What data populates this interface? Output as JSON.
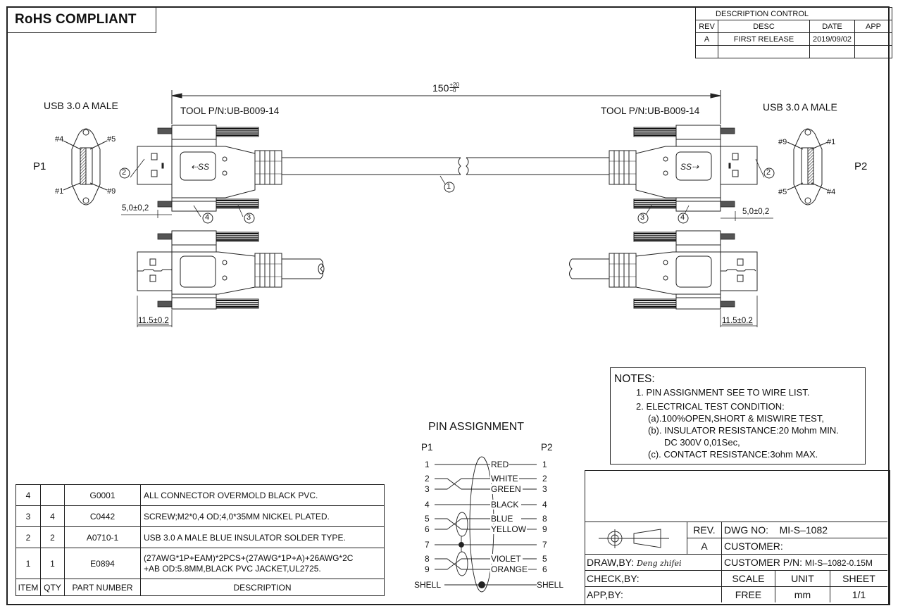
{
  "header": {
    "rohs_label": "RoHS COMPLIANT"
  },
  "description_control": {
    "title": "DESCRIPTION  CONTROL",
    "columns": [
      "REV",
      "DESC",
      "DATE",
      "APP"
    ],
    "rows": [
      [
        "A",
        "FIRST RELEASE",
        "2019/09/02",
        ""
      ],
      [
        "",
        "",
        "",
        ""
      ]
    ]
  },
  "drawing": {
    "overall_length": "150",
    "overall_tol_plus": "+20",
    "overall_tol_minus": "−0",
    "left": {
      "connector_type": "USB 3.0 A MALE",
      "port_label": "P1",
      "tool_pn": "TOOL P/N:UB-B009-14",
      "pins": [
        "#4",
        "#5",
        "#1",
        "#9"
      ],
      "screw_dim": "5,0±0,2",
      "tip_dim": "11.5±0.2"
    },
    "right": {
      "connector_type": "USB 3.0 A MALE",
      "port_label": "P2",
      "tool_pn": "TOOL P/N:UB-B009-14",
      "pins": [
        "#9",
        "#1",
        "#5",
        "#4"
      ],
      "screw_dim": "5,0±0,2",
      "tip_dim": "11.5±0.2"
    },
    "balloons": [
      "1",
      "2",
      "3",
      "4"
    ]
  },
  "pin_assignment": {
    "title": "PIN   ASSIGNMENT",
    "p1_label": "P1",
    "p2_label": "P2",
    "rows": [
      {
        "p1": "1",
        "color": "RED",
        "p2": "1"
      },
      {
        "p1": "2",
        "color": "WHITE",
        "p2": "2"
      },
      {
        "p1": "3",
        "color": "GREEN",
        "p2": "3"
      },
      {
        "p1": "4",
        "color": "BLACK",
        "p2": "4"
      },
      {
        "p1": "5",
        "color": "BLUE",
        "p2": "8"
      },
      {
        "p1": "6",
        "color": "YELLOW",
        "p2": "9"
      },
      {
        "p1": "7",
        "color": "",
        "p2": "7"
      },
      {
        "p1": "8",
        "color": "VIOLET",
        "p2": "5"
      },
      {
        "p1": "9",
        "color": "ORANGE",
        "p2": "6"
      },
      {
        "p1": "SHELL",
        "color": "",
        "p2": "SHELL"
      }
    ]
  },
  "notes": {
    "title": "NOTES:",
    "lines": [
      "1. PIN ASSIGNMENT SEE TO WIRE LIST.",
      "2. ELECTRICAL TEST CONDITION:",
      "(a).100%OPEN,SHORT & MISWIRE TEST,",
      "(b). INSULATOR RESISTANCE:20 Mohm MIN.",
      "DC 300V 0,01Sec,",
      "(c). CONTACT RESISTANCE:3ohm MAX."
    ]
  },
  "bom": {
    "columns": [
      "ITEM",
      "QTY",
      "PART NUMBER",
      "DESCRIPTION"
    ],
    "rows": [
      {
        "item": "4",
        "qty": "",
        "part": "G0001",
        "desc": "ALL CONNECTOR OVERMOLD BLACK PVC."
      },
      {
        "item": "3",
        "qty": "4",
        "part": "C0442",
        "desc": "SCREW;M2*0,4 OD;4,0*35MM NICKEL PLATED."
      },
      {
        "item": "2",
        "qty": "2",
        "part": "A0710-1",
        "desc": "USB 3.0 A MALE BLUE INSULATOR SOLDER TYPE."
      },
      {
        "item": "1",
        "qty": "1",
        "part": "E0894",
        "desc": "(27AWG*1P+EAM)*2PCS+(27AWG*1P+A)+26AWG*2C",
        "desc2": "+AB OD:5.8MM,BLACK PVC JACKET,UL2725."
      }
    ]
  },
  "title_block": {
    "rev_label": "REV.",
    "rev_value": "A",
    "dwg_no_label": "DWG NO:",
    "dwg_no_value": "MI-S–1082",
    "customer_label": "CUSTOMER:",
    "customer_value": "",
    "draw_by_label": "DRAW,BY:",
    "draw_by_value": "Deng  zhifei",
    "customer_pn_label": "CUSTOMER P/N:",
    "customer_pn_value": "MI-S–1082-0.15M",
    "check_by_label": "CHECK,BY:",
    "app_by_label": "APP,BY:",
    "scale_label": "SCALE",
    "scale_value": "FREE",
    "unit_label": "UNIT",
    "unit_value": "mm",
    "sheet_label": "SHEET",
    "sheet_value": "1/1"
  }
}
